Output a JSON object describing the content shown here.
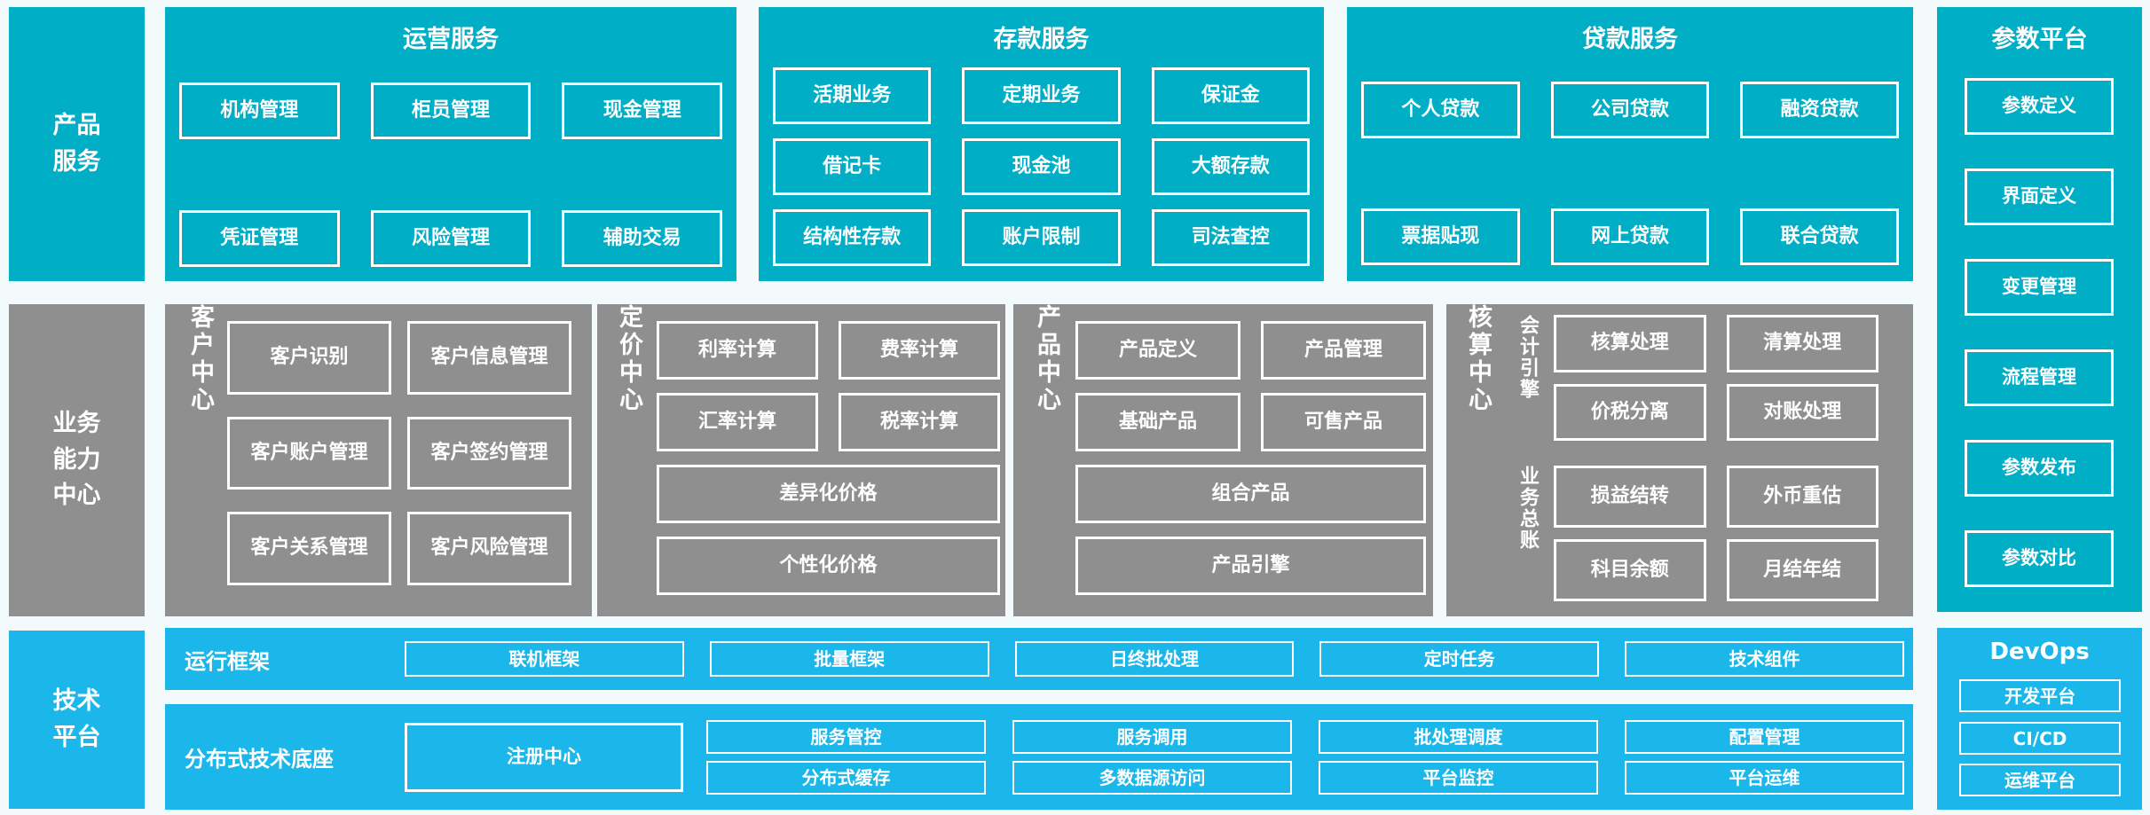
{
  "palette": {
    "teal": "#00aec6",
    "gray": "#8f8f8f",
    "light_blue": "#1bb7ea",
    "background": "#f2fafc",
    "text": "#ffffff"
  },
  "sidebar": {
    "items": [
      {
        "id": "product-services",
        "label": "产品\n服务"
      },
      {
        "id": "business-capability-center",
        "label": "业务\n能力\n中心"
      },
      {
        "id": "tech-platform",
        "label": "技术\n平台"
      }
    ]
  },
  "top_sections": [
    {
      "id": "operations",
      "title": "运营服务",
      "rows": [
        [
          "机构管理",
          "柜员管理",
          "现金管理"
        ],
        [
          "凭证管理",
          "风险管理",
          "辅助交易"
        ]
      ]
    },
    {
      "id": "deposit",
      "title": "存款服务",
      "rows": [
        [
          "活期业务",
          "定期业务",
          "保证金"
        ],
        [
          "借记卡",
          "现金池",
          "大额存款"
        ],
        [
          "结构性存款",
          "账户限制",
          "司法查控"
        ]
      ]
    },
    {
      "id": "loan",
      "title": "贷款服务",
      "rows": [
        [
          "个人贷款",
          "公司贷款",
          "融资贷款"
        ],
        [
          "票据贴现",
          "网上贷款",
          "联合贷款"
        ]
      ]
    }
  ],
  "param_platform": {
    "title": "参数平台",
    "items": [
      "参数定义",
      "界面定义",
      "变更管理",
      "流程管理",
      "参数发布",
      "参数对比"
    ]
  },
  "centers": {
    "customer": {
      "label": "客户中心",
      "items": [
        "客户识别",
        "客户信息管理",
        "客户账户管理",
        "客户签约管理",
        "客户关系管理",
        "客户风险管理"
      ]
    },
    "pricing": {
      "label": "定价中心",
      "pair_rows": [
        [
          "利率计算",
          "费率计算"
        ],
        [
          "汇率计算",
          "税率计算"
        ]
      ],
      "full_rows": [
        "差异化价格",
        "个性化价格"
      ]
    },
    "product": {
      "label": "产品中心",
      "pair_rows": [
        [
          "产品定义",
          "产品管理"
        ],
        [
          "基础产品",
          "可售产品"
        ]
      ],
      "full_rows": [
        "组合产品",
        "产品引擎"
      ]
    },
    "accounting": {
      "label": "核算中心",
      "groups": [
        {
          "label": "会计引擎",
          "items": [
            [
              "核算处理",
              "清算处理"
            ],
            [
              "价税分离",
              "对账处理"
            ]
          ]
        },
        {
          "label": "业务总账",
          "items": [
            [
              "损益结转",
              "外币重估"
            ],
            [
              "科目余额",
              "月结年结"
            ]
          ]
        }
      ]
    }
  },
  "tech_platform": {
    "runtime": {
      "label": "运行框架",
      "items": [
        "联机框架",
        "批量框架",
        "日终批处理",
        "定时任务",
        "技术组件"
      ]
    },
    "distributed": {
      "label": "分布式技术底座",
      "registry": "注册中心",
      "items": [
        "服务管控",
        "服务调用",
        "批处理调度",
        "配置管理",
        "分布式缓存",
        "多数据源访问",
        "平台监控",
        "平台运维"
      ]
    }
  },
  "devops": {
    "title": "DevOps",
    "items": [
      "开发平台",
      "CI/CD",
      "运维平台"
    ]
  }
}
